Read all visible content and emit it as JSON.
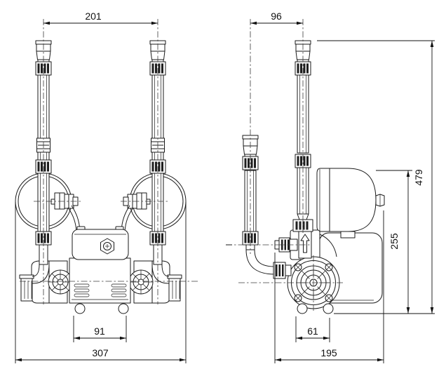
{
  "drawing": {
    "kind": "pump installation dimension drawing",
    "unit_hint": "mm"
  },
  "dimensions": {
    "front": {
      "pipe_spacing": "201",
      "foot_spacing": "91",
      "overall_width": "307"
    },
    "side": {
      "pipe_offset": "96",
      "overall_height": "479",
      "tank_height": "255",
      "foot_spacing": "61",
      "overall_depth": "195"
    }
  },
  "colors": {
    "line": "#1a1a1a",
    "centerline": "#3c3c3c",
    "background": "#ffffff"
  }
}
